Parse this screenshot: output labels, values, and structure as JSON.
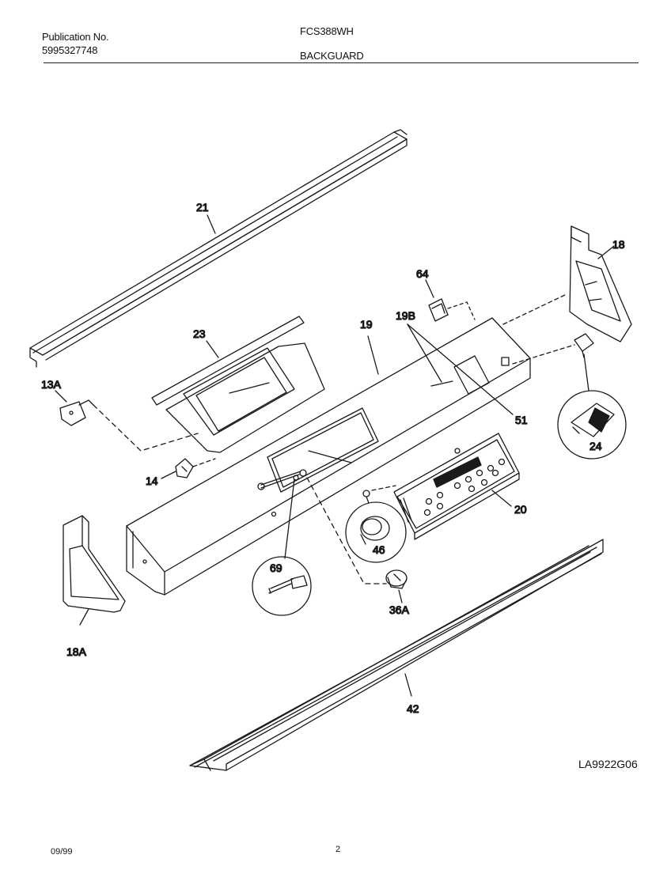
{
  "header": {
    "publication_label": "Publication No.",
    "publication_number": "5995327748",
    "model": "FCS388WH",
    "section": "BACKGUARD"
  },
  "callouts": {
    "p21": "21",
    "p18": "18",
    "p64": "64",
    "p23": "23",
    "p19": "19",
    "p19B": "19B",
    "p13A": "13A",
    "p51": "51",
    "p24": "24",
    "p14": "14",
    "p20": "20",
    "p46": "46",
    "p69": "69",
    "p36A": "36A",
    "p18A": "18A",
    "p42": "42"
  },
  "drawing_code": "LA9922G06",
  "footer": {
    "date": "09/99",
    "page": "2"
  }
}
